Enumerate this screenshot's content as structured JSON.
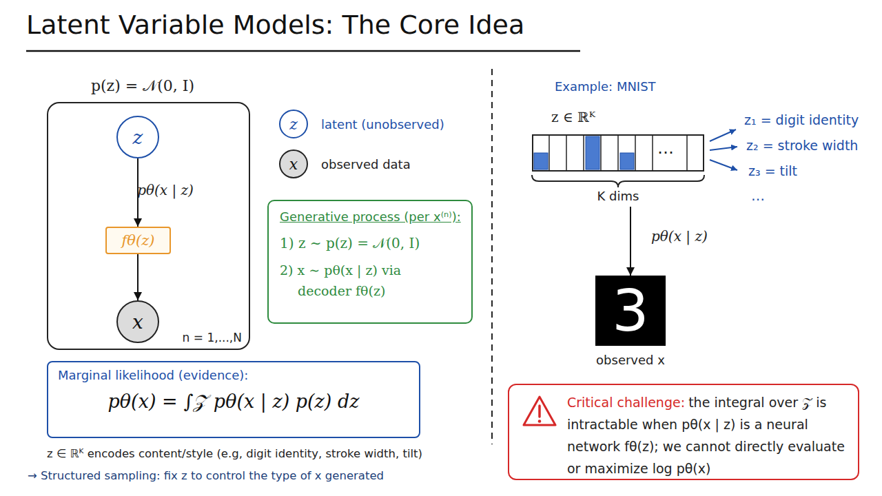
{
  "diagram": {
    "title": "Latent Variable Models: The Core Idea",
    "nodes": [
      {
        "text": [
          "n = 1,...,N"
        ]
      },
      {
        "text": [
          "z"
        ],
        "in": 0
      },
      {
        "text": [
          "fθ(z)"
        ],
        "in": 0
      },
      {
        "text": [
          "x"
        ],
        "in": 0
      },
      {
        "text": [
          "Generative process (per x⁽ⁿ⁾):",
          "1) z ∼ p(z) = 𝒩(0, I)",
          "2) x ∼ pθ(x | z) via decoder fθ(z)"
        ]
      },
      {
        "text": [
          "Marginal likelihood (evidence):",
          "pθ(x) = ∫𝒵 pθ(x | z) p(z) dz"
        ]
      },
      {
        "text": [
          "…"
        ]
      },
      {
        "text": [
          "3",
          "observed x"
        ]
      },
      {
        "text": [
          "Critical challenge:",
          "the integral over 𝒵 is intractable when pθ(x | z) is a neural network fθ(z); we cannot directly evaluate or maximize log pθ(x)"
        ]
      }
    ],
    "edges": [
      {
        "from": 1,
        "to": 2,
        "arrow": "to",
        "label": "pθ(x | z)"
      },
      {
        "from": 2,
        "to": 3,
        "arrow": "to"
      },
      {
        "from": 6,
        "to": 7,
        "arrow": "to",
        "label": "pθ(x | z)"
      }
    ],
    "labels": [
      "p(z) = 𝒩(0, I)",
      "z",
      "x",
      "z ∈ ℝᴷ encodes content/style (e.g, digit identity, stroke width, tilt)",
      "→ Structured sampling: fix z to control the type of x generated",
      "Example: MNIST",
      "z ∈ ℝᴷ",
      "K dims",
      "z₁ = digit identity",
      "z₂ = stroke width",
      "z₃ = tilt",
      "…"
    ],
    "legend": [
      {
        "text": "latent (unobserved)"
      },
      {
        "text": "observed data"
      }
    ]
  }
}
